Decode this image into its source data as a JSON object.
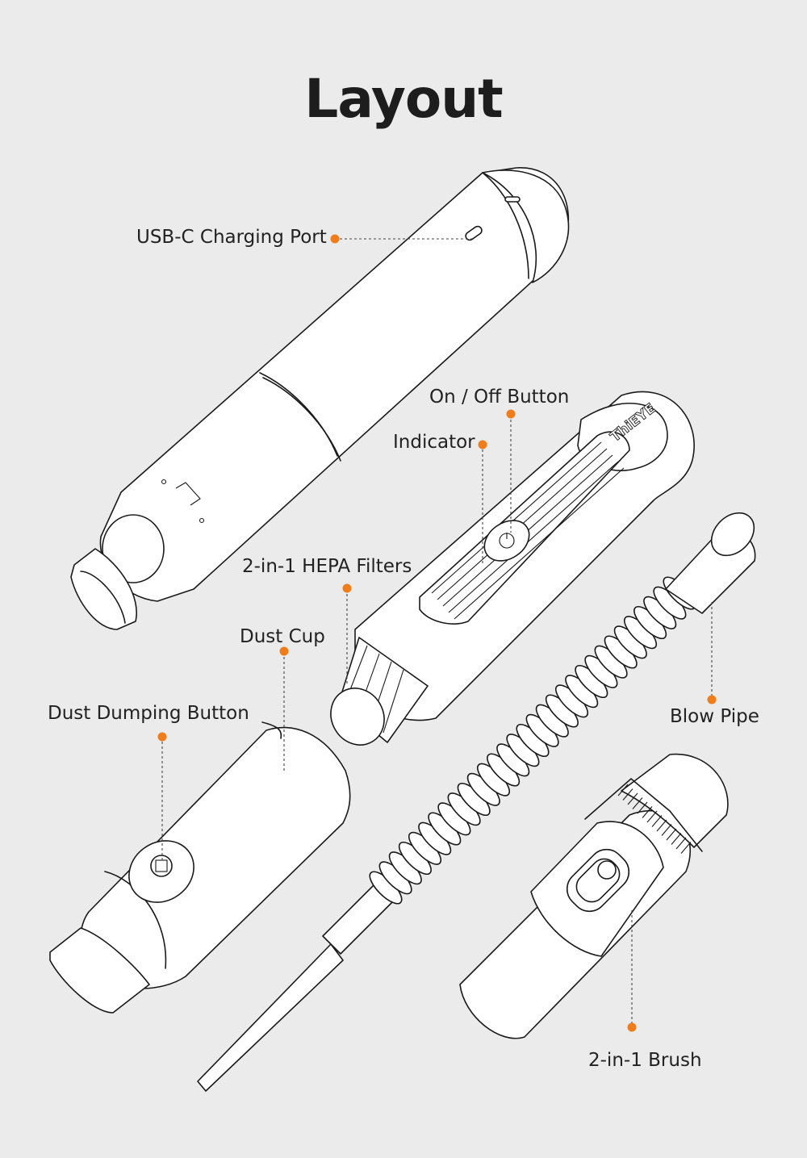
{
  "title": "Layout",
  "brand_mark": "ThiEYE",
  "accent_color": "#f07d1a",
  "callouts": {
    "usb": "USB-C Charging Port",
    "power": "On / Off Button",
    "indicator": "Indicator",
    "hepa": "2-in-1 HEPA Filters",
    "dust_cup": "Dust Cup",
    "dust_dump": "Dust Dumping Button",
    "blow_pipe": "Blow Pipe",
    "brush": "2-in-1 Brush"
  }
}
